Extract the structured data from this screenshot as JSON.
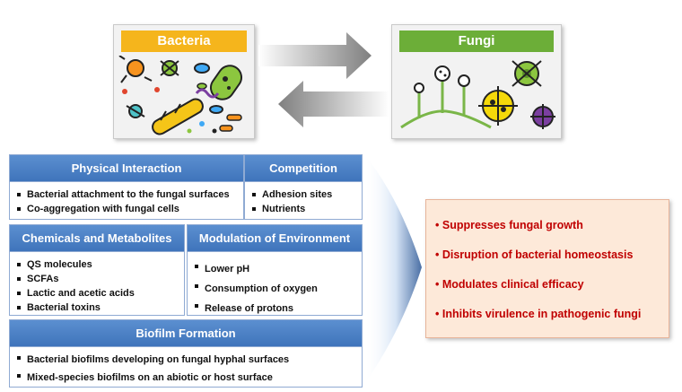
{
  "top": {
    "bacteria_label": "Bacteria",
    "fungi_label": "Fungi",
    "colors": {
      "bacteria_header": "#f5b51c",
      "fungi_header": "#6cae38"
    }
  },
  "boxes": {
    "physical": {
      "title": "Physical Interaction",
      "items": [
        "Bacterial attachment to the fungal surfaces",
        "Co-aggregation with fungal cells"
      ]
    },
    "competition": {
      "title": "Competition",
      "items": [
        "Adhesion sites",
        "Nutrients"
      ]
    },
    "chemicals": {
      "title": "Chemicals and Metabolites",
      "items": [
        "QS molecules",
        "SCFAs",
        "Lactic and acetic acids",
        "Bacterial toxins"
      ]
    },
    "environment": {
      "title": "Modulation of Environment",
      "items": [
        "Lower pH",
        "Consumption of oxygen",
        "Release of protons"
      ]
    },
    "biofilm": {
      "title": "Biofilm Formation",
      "items": [
        "Bacterial biofilms developing on fungal hyphal surfaces",
        "Mixed-species biofilms on an abiotic or host surface"
      ]
    }
  },
  "outcomes": [
    "Suppresses fungal growth",
    "Disruption of bacterial homeostasis",
    "Modulates clinical efficacy",
    "Inhibits virulence in pathogenic fungi"
  ],
  "colors": {
    "box_header": "#4a80c4",
    "outcome_text": "#c00000",
    "outcome_bg": "#fde9d9"
  }
}
